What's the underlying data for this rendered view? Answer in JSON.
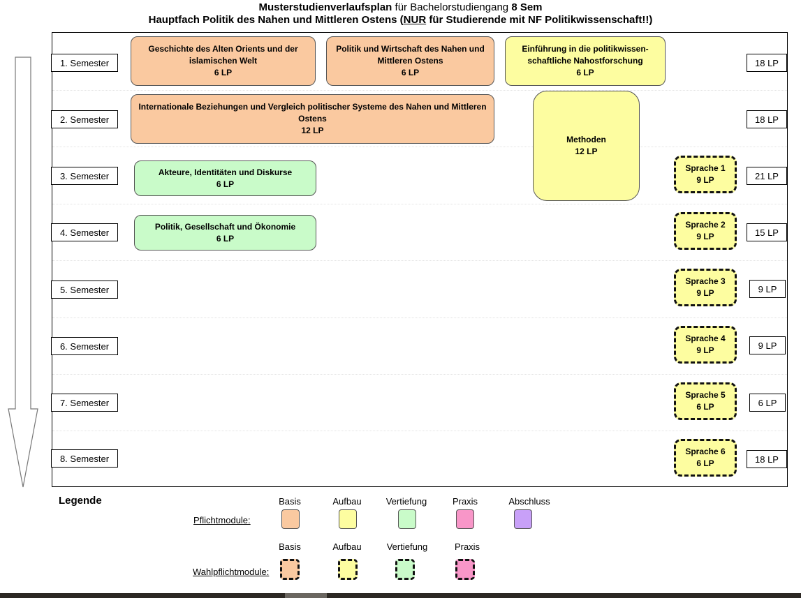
{
  "title": {
    "line1_bold_a": "Musterstudienverlaufsplan",
    "line1_normal": " für Bachelorstudiengang ",
    "line1_bold_b": "8 Sem",
    "line2_a": "Hauptfach Politik des Nahen und Mittleren Ostens (",
    "line2_underlined": "NUR",
    "line2_b": " für Studierende mit NF Politikwissenschaft!!)"
  },
  "semesters": [
    {
      "label": "1. Semester",
      "lp": "18 LP"
    },
    {
      "label": "2. Semester",
      "lp": "18 LP"
    },
    {
      "label": "3. Semester",
      "lp": "21 LP"
    },
    {
      "label": "4. Semester",
      "lp": "15 LP"
    },
    {
      "label": "5. Semester",
      "lp": "9 LP"
    },
    {
      "label": "6. Semester",
      "lp": "9 LP"
    },
    {
      "label": "7. Semester",
      "lp": "6 LP"
    },
    {
      "label": "8. Semester",
      "lp": "18 LP"
    }
  ],
  "modules": {
    "m1": {
      "name": "Geschichte des Alten Orients und der islamischen Welt",
      "lp": "6 LP",
      "category": "Basis"
    },
    "m2": {
      "name": "Politik und Wirtschaft des Nahen und Mittleren Ostens",
      "lp": "6 LP",
      "category": "Basis"
    },
    "m3": {
      "name": "Einführung in die politikwissen-schaftliche Nahostforschung",
      "lp": "6 LP",
      "category": "Aufbau"
    },
    "m4": {
      "name": "Internationale Beziehungen und Vergleich politischer Systeme des Nahen und Mittleren Ostens",
      "lp": "12 LP",
      "category": "Basis"
    },
    "m5": {
      "name": "Methoden",
      "lp": "12 LP",
      "category": "Aufbau"
    },
    "m6": {
      "name": "Akteure, Identitäten und Diskurse",
      "lp": "6 LP",
      "category": "Vertiefung"
    },
    "m7": {
      "name": "Politik, Gesellschaft und Ökonomie",
      "lp": "6 LP",
      "category": "Vertiefung"
    }
  },
  "languages": [
    {
      "name": "Sprache 1",
      "lp": "9 LP"
    },
    {
      "name": "Sprache 2",
      "lp": "9 LP"
    },
    {
      "name": "Sprache 3",
      "lp": "9 LP"
    },
    {
      "name": "Sprache 4",
      "lp": "9 LP"
    },
    {
      "name": "Sprache 5",
      "lp": "6 LP"
    },
    {
      "name": "Sprache 6",
      "lp": "6 LP"
    }
  ],
  "legend": {
    "title": "Legende",
    "pflicht_label": "Pflichtmodule:",
    "wahlpflicht_label": "Wahlpflichtmodule:",
    "pflicht_categories": [
      "Basis",
      "Aufbau",
      "Vertiefung",
      "Praxis",
      "Abschluss"
    ],
    "wahlpflicht_categories": [
      "Basis",
      "Aufbau",
      "Vertiefung",
      "Praxis"
    ]
  },
  "colors": {
    "basis": "#fac9a0",
    "aufbau": "#fdfda0",
    "vertiefung": "#c9fbc9",
    "praxis": "#f896c8",
    "abschluss": "#c8a0f8"
  }
}
